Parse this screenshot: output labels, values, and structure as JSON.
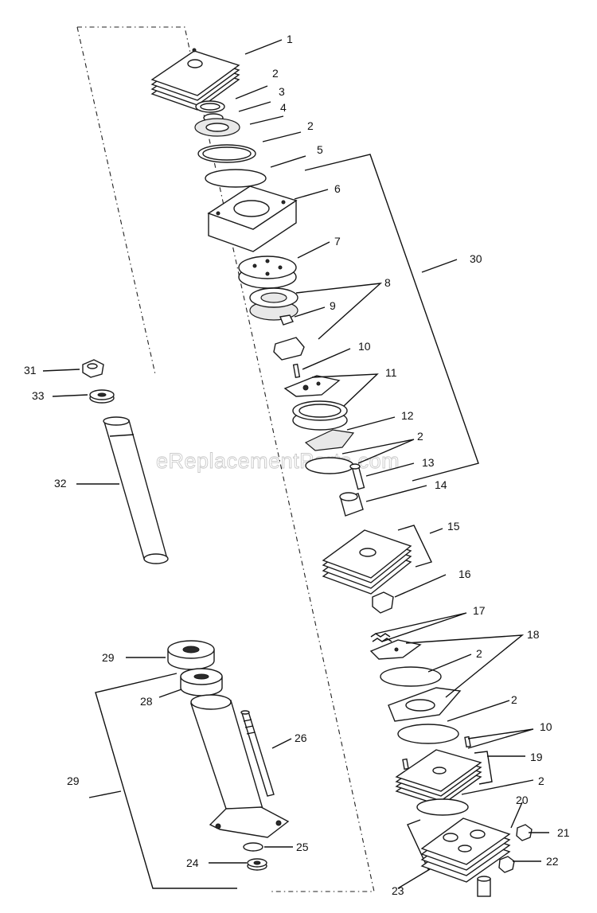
{
  "watermark": "eReplacementParts.com",
  "callouts": [
    "1",
    "2",
    "3",
    "4",
    "2",
    "5",
    "6",
    "7",
    "30",
    "8",
    "9",
    "10",
    "11",
    "31",
    "33",
    "12",
    "2",
    "13",
    "32",
    "14",
    "15",
    "16",
    "17",
    "18",
    "29",
    "2",
    "28",
    "2",
    "10",
    "26",
    "19",
    "29",
    "2",
    "20",
    "21",
    "25",
    "24",
    "22",
    "23"
  ]
}
